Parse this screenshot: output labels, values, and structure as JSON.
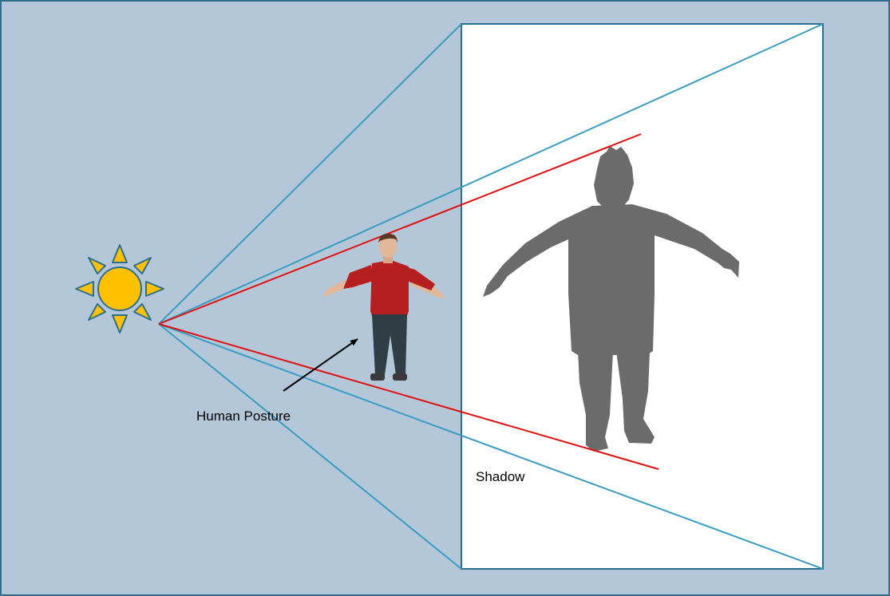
{
  "labels": {
    "person": "Human Posture",
    "shadow": "Shadow"
  },
  "colors": {
    "background": "#b3c7d8",
    "frame_border": "#2e6f8e",
    "projection_lines": "#3a9cc0",
    "silhouette_rays": "#e01010",
    "screen": "#ffffff",
    "sun_fill": "#ffc000",
    "sun_outline": "#2e6f8e",
    "shadow_fill": "#6b6b6b",
    "shirt": "#b51f1f",
    "jeans": "#2f3e44",
    "skin": "#e2b79a",
    "arrow": "#000000"
  },
  "icons": {
    "light_source": "sun-icon",
    "person": "human-figure-icon",
    "shadow": "human-shadow-silhouette"
  }
}
